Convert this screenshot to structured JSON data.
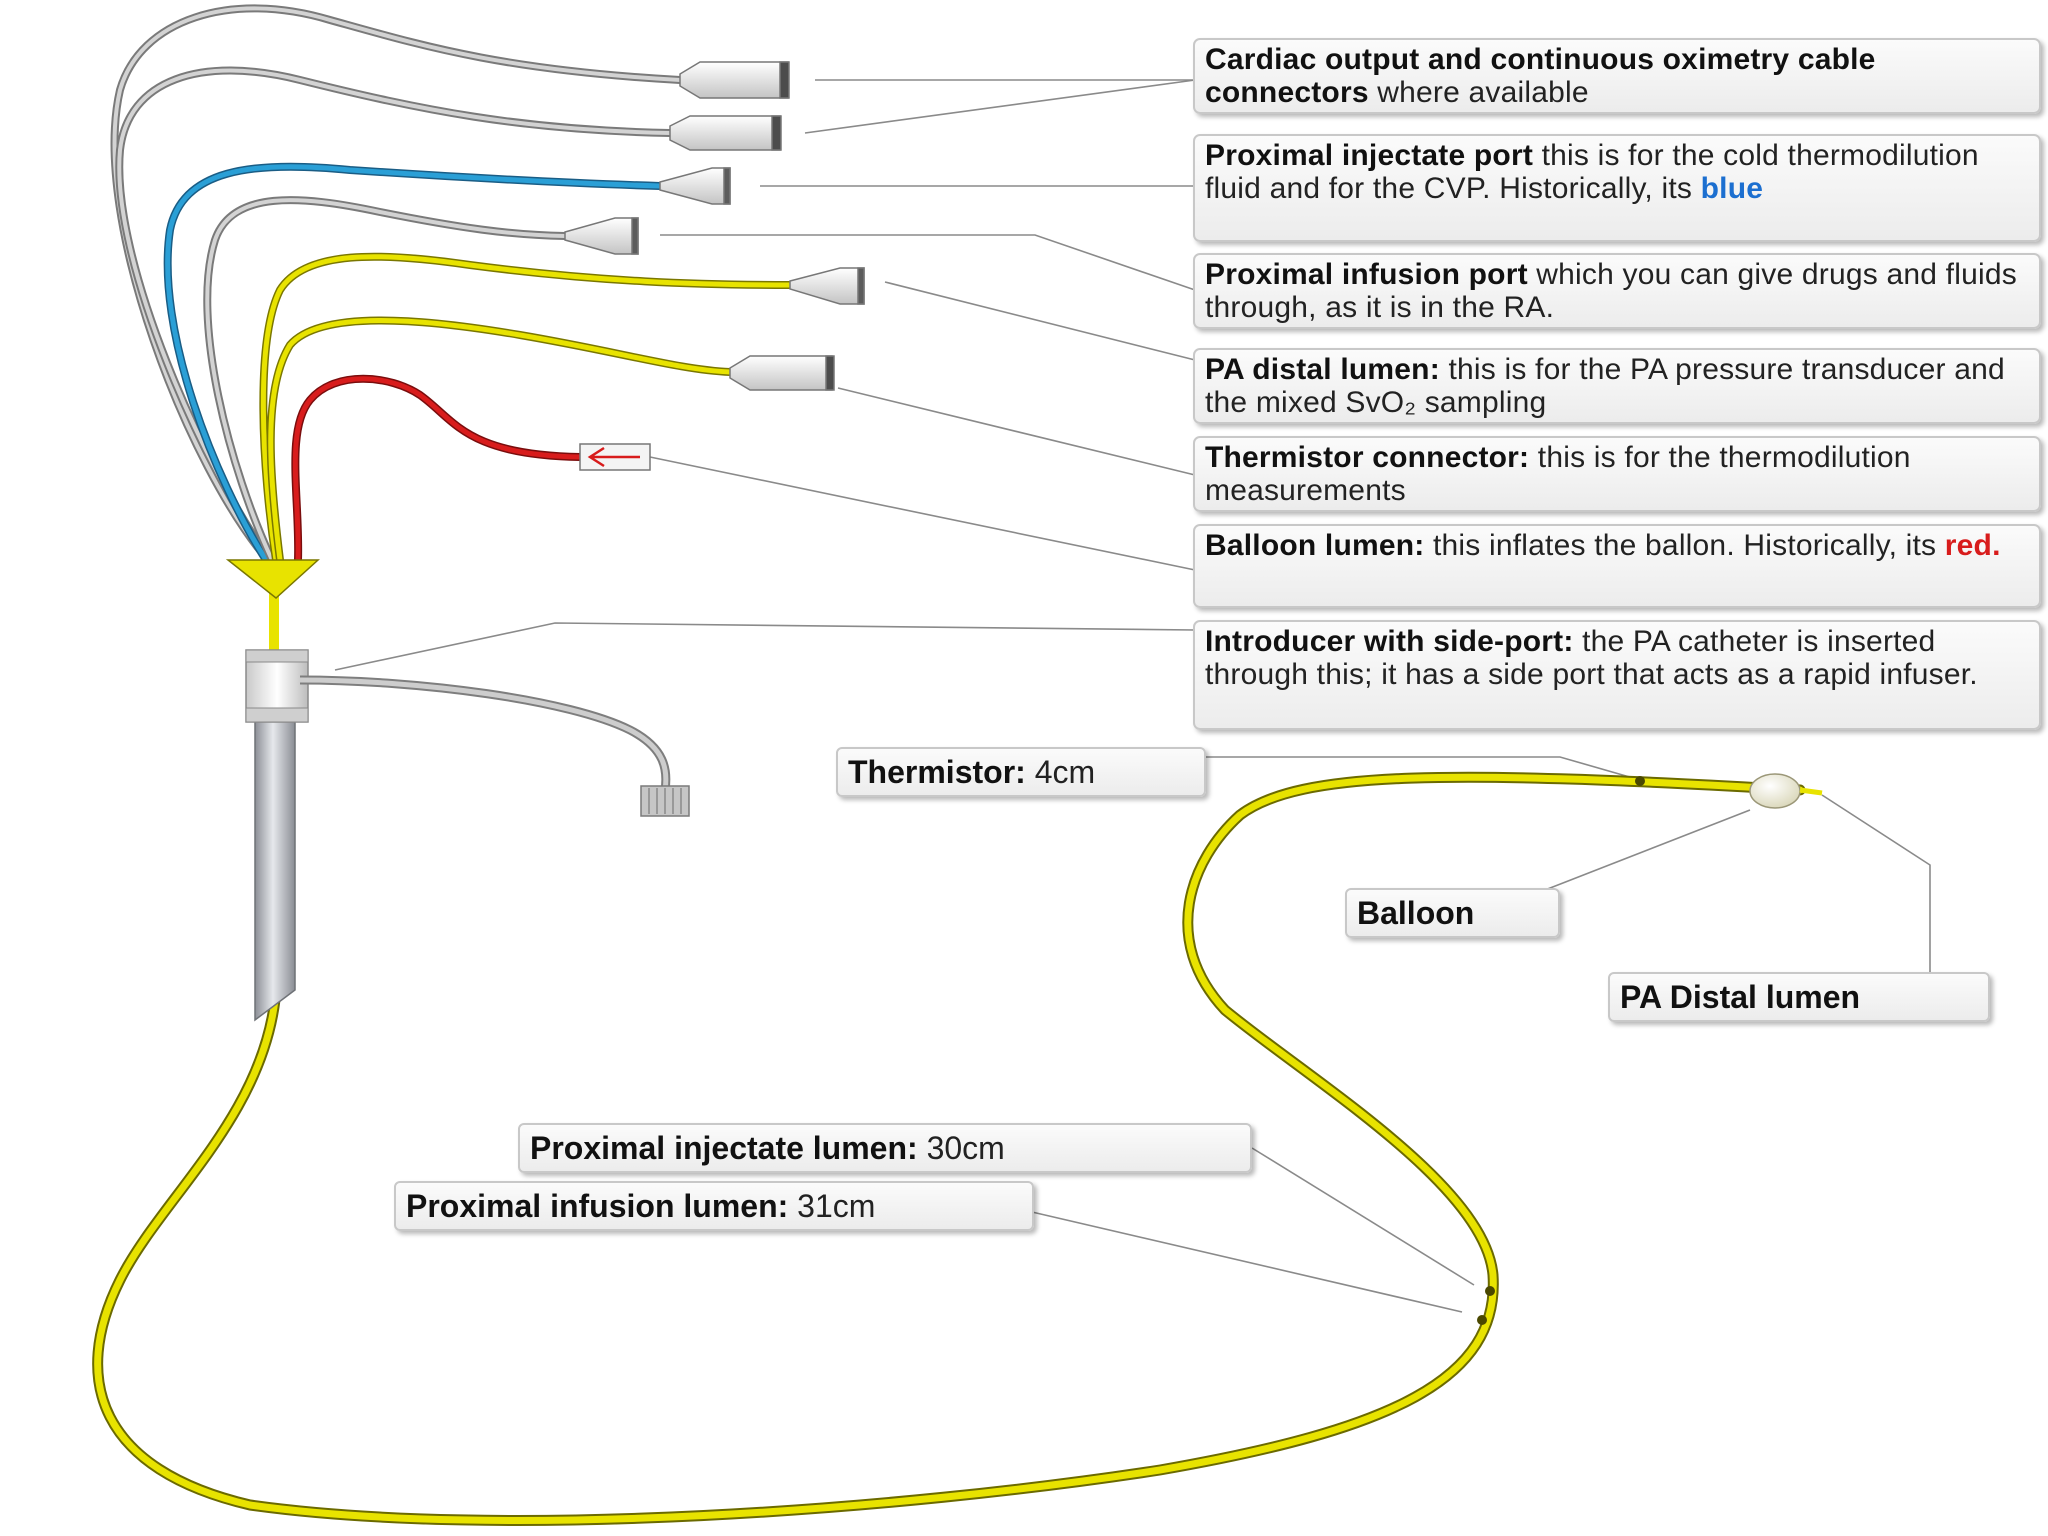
{
  "callouts": {
    "cardiac_output": {
      "bold": "Cardiac output and continuous oximetry cable connectors",
      "text": " where available"
    },
    "proximal_injectate_port": {
      "bold": "Proximal injectate port",
      "text": " this is for the cold thermodilution fluid and for the CVP. Historically, its ",
      "color_word": "blue"
    },
    "proximal_infusion_port": {
      "bold": "Proximal infusion port",
      "text": " which you can give drugs and fluids through, as it is in the RA."
    },
    "pa_distal_lumen": {
      "bold": "PA distal lumen:",
      "text": " this is for the PA pressure transducer and the mixed SvO₂ sampling"
    },
    "thermistor_connector": {
      "bold": "Thermistor connector:",
      "text": " this is for the thermodilution measurements"
    },
    "balloon_lumen": {
      "bold": "Balloon lumen:",
      "text": " this inflates the ballon. Historically, its ",
      "color_word": "red."
    },
    "introducer": {
      "bold": "Introducer with side-port:",
      "text": " the PA catheter is inserted through this; it has a side port that acts as a rapid infuser."
    }
  },
  "labels": {
    "thermistor": {
      "bold": "Thermistor:",
      "text": " 4cm"
    },
    "balloon": {
      "bold": "Balloon"
    },
    "pa_distal": {
      "bold": "PA Distal lumen"
    },
    "injectate_lumen": {
      "bold": "Proximal injectate lumen:",
      "text": " 30cm"
    },
    "infusion_lumen": {
      "bold": "Proximal infusion lumen:",
      "text": " 31cm"
    }
  },
  "colors": {
    "catheter_yellow": "#e8e300",
    "injectate_blue": "#2a9fd6",
    "balloon_red": "#d81c1c",
    "cable_grey": "#a8a8a8"
  }
}
